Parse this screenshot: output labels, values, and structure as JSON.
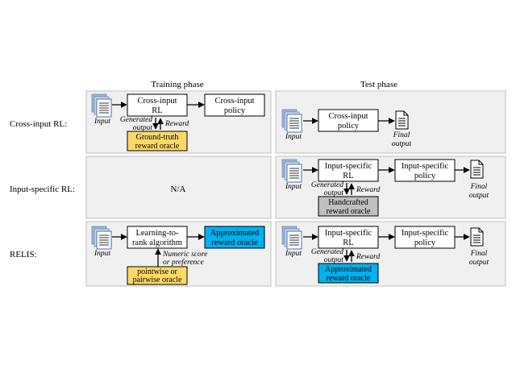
{
  "headers": {
    "training": "Training phase",
    "test": "Test phase"
  },
  "rows": {
    "cross_input": "Cross-input RL:",
    "input_specific": "Input-specific RL:",
    "relis": "RELIS:"
  },
  "na": "N/A",
  "labels": {
    "input": "Input",
    "generated": "Generated",
    "output": "output",
    "reward": "Reward",
    "final": "Final",
    "numeric_score": "Numeric score",
    "or_preference": "or preference"
  },
  "boxes": {
    "cross_input_rl": [
      "Cross-input",
      "RL"
    ],
    "cross_input_policy": [
      "Cross-input",
      "policy"
    ],
    "ground_truth_oracle": [
      "Ground-truth",
      "reward oracle"
    ],
    "input_specific_rl": [
      "Input-specific",
      "RL"
    ],
    "input_specific_policy": [
      "Input-specific",
      "policy"
    ],
    "handcrafted_oracle": [
      "Handcrafted",
      "reward oracle"
    ],
    "ltr": [
      "Learning-to-",
      "rank algorithm"
    ],
    "approx_oracle": [
      "Approximated",
      "reward oracle"
    ],
    "pointwise_oracle": [
      "pointwise or",
      "pairwise oracle"
    ]
  },
  "colors": {
    "panel": "#f0f0f0",
    "yellow": "#ffd966",
    "blue": "#00b0f0",
    "gray": "#bfbfbf",
    "doc_blue": "#4a72b0"
  }
}
